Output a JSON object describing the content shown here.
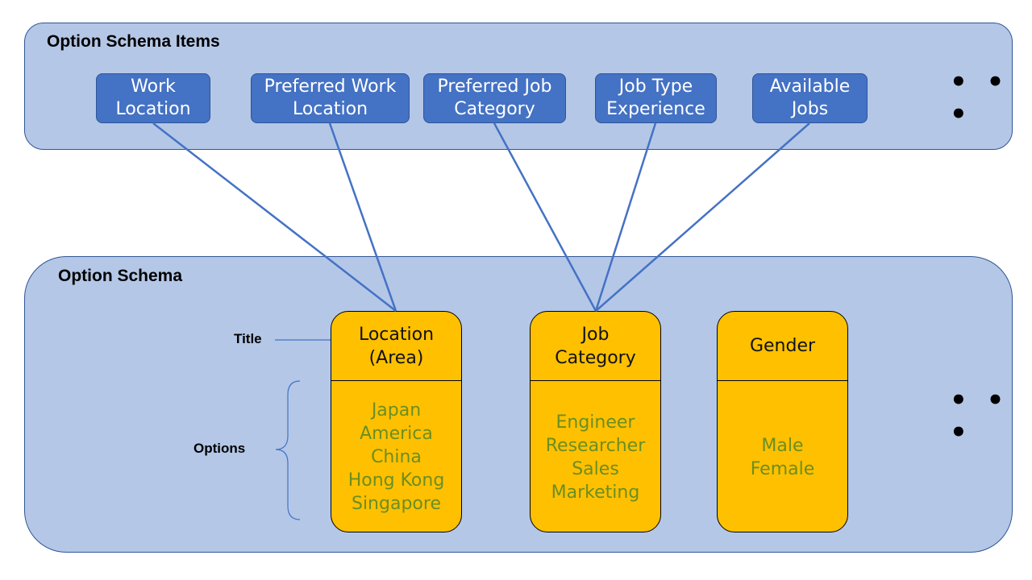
{
  "items_panel": {
    "title": "Option Schema Items",
    "items": [
      {
        "label": "Work\nLocation"
      },
      {
        "label": "Preferred Work\nLocation"
      },
      {
        "label": "Preferred Job\nCategory"
      },
      {
        "label": "Job Type\nExperience"
      },
      {
        "label": "Available\nJobs"
      }
    ],
    "more": "• • •"
  },
  "schema_panel": {
    "title": "Option Schema",
    "legend": {
      "title": "Title",
      "options": "Options"
    },
    "cards": [
      {
        "title": "Location\n(Area)",
        "options": [
          "Japan",
          "America",
          "China",
          "Hong Kong",
          "Singapore"
        ]
      },
      {
        "title": "Job\nCategory",
        "options": [
          "Engineer",
          "Researcher",
          "Sales",
          "Marketing"
        ]
      },
      {
        "title": "Gender",
        "options": [
          "Male",
          "Female"
        ]
      }
    ],
    "more": "• • •"
  },
  "links": [
    {
      "item": "Work\nLocation",
      "card": "Location\n(Area)"
    },
    {
      "item": "Preferred Work\nLocation",
      "card": "Location\n(Area)"
    },
    {
      "item": "Preferred Job\nCategory",
      "card": "Job\nCategory"
    },
    {
      "item": "Job Type\nExperience",
      "card": "Job\nCategory"
    },
    {
      "item": "Available\nJobs",
      "card": "Job\nCategory"
    }
  ],
  "colors": {
    "panel_fill": "#b4c7e7",
    "item_fill": "#4472c4",
    "card_fill": "#ffc000",
    "option_text": "#6b8e23",
    "link_line": "#4472c4"
  }
}
